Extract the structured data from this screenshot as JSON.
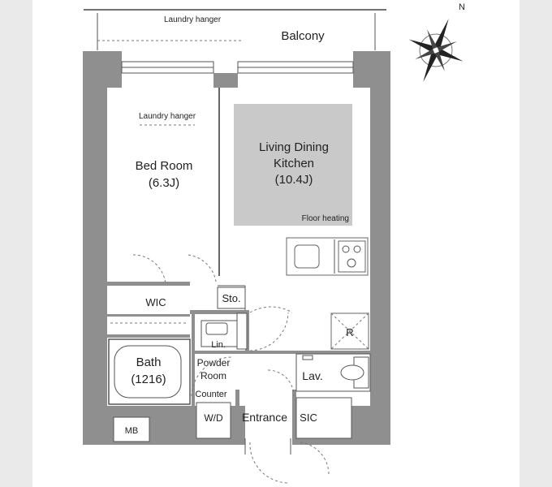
{
  "plan": {
    "balcony": "Balcony",
    "laundry_hanger_balcony": "Laundry hanger",
    "laundry_hanger_bedroom": "Laundry hanger",
    "bedroom_name": "Bed Room",
    "bedroom_size": "(6.3J)",
    "ldk_line1": "Living Dining",
    "ldk_line2": "Kitchen",
    "ldk_size": "(10.4J)",
    "floor_heating": "Floor heating",
    "wic": "WIC",
    "sto": "Sto.",
    "lin": "Lin.",
    "bath_name": "Bath",
    "bath_size": "(1216)",
    "powder_line1": "Powder",
    "powder_line2": "Room",
    "counter": "Counter",
    "wd": "W/D",
    "entrance": "Entrance",
    "sic": "SIC",
    "lav": "Lav.",
    "refrigerator": "R",
    "mb": "MB",
    "north": "N"
  },
  "colors": {
    "wall": "#8f8f8f",
    "floor_heating_area": "#c9c9c9",
    "page_margin": "#eaeaea"
  }
}
